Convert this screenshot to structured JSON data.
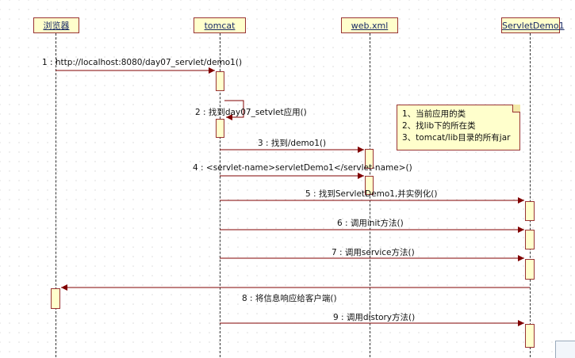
{
  "lifelines": {
    "browser": "浏览器",
    "tomcat": "tomcat",
    "webxml": "web.xml",
    "servlet": "ServletDemo1"
  },
  "messages": [
    "1 : http://localhost:8080/day07_servlet/demo1()",
    "2 : 找到day07_setvlet应用()",
    "3 : 找到/demo1()",
    "4 : <servlet-name>servletDemo1</servlet-name>()",
    "5 : 找到ServletDemo1,并实例化()",
    "6 : 调用init方法()",
    "7 : 调用service方法()",
    "8 : 将信息响应给客户端()",
    "9 : 调用distory方法()"
  ],
  "note": {
    "lines": [
      "1、当前应用的类",
      "2、找lib下的所在类",
      "3、tomcat/lib目录的所有jar"
    ]
  },
  "colors": {
    "box_fill": "#ffffcc",
    "box_border": "#993333",
    "arrow": "#800000"
  }
}
